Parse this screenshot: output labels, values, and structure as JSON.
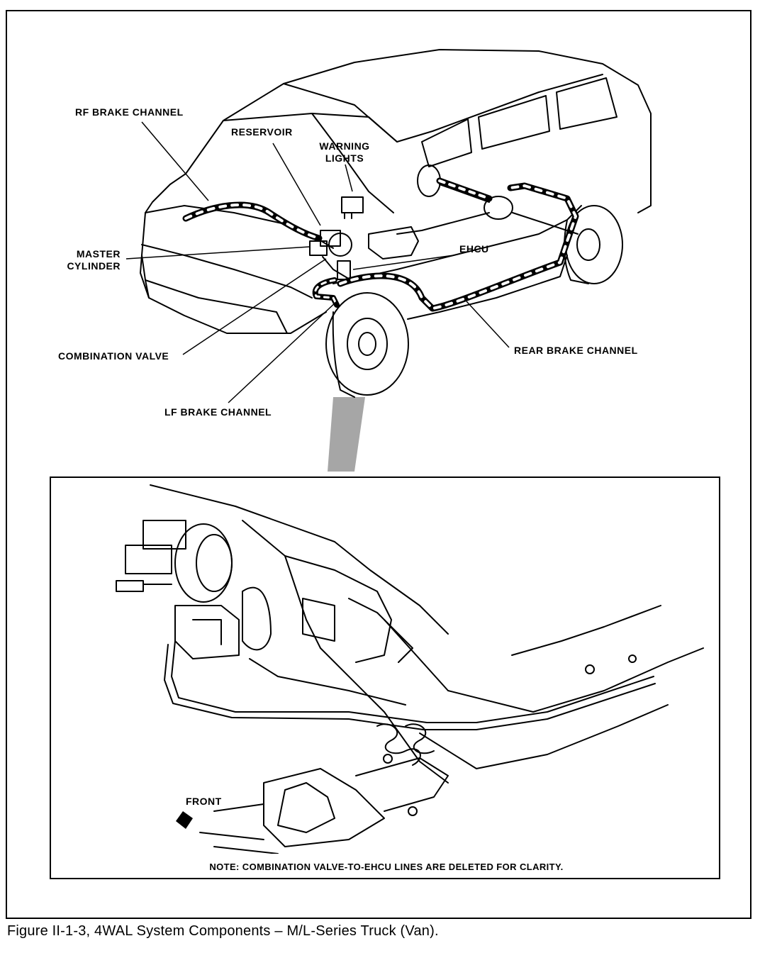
{
  "labels": {
    "rf_brake_channel": "RF BRAKE CHANNEL",
    "reservoir": "RESERVOIR",
    "warning_lights": "WARNING\nLIGHTS",
    "master_cylinder": "MASTER\nCYLINDER",
    "ehcu": "EHCU",
    "combination_valve": "COMBINATION VALVE",
    "rear_brake_channel": "REAR BRAKE CHANNEL",
    "lf_brake_channel": "LF BRAKE CHANNEL"
  },
  "inset": {
    "front_label": "FRONT",
    "note": "NOTE: COMBINATION VALVE-TO-EHCU LINES ARE DELETED FOR CLARITY."
  },
  "caption": "Figure II-1-3, 4WAL System Components – M/L-Series Truck (Van)."
}
